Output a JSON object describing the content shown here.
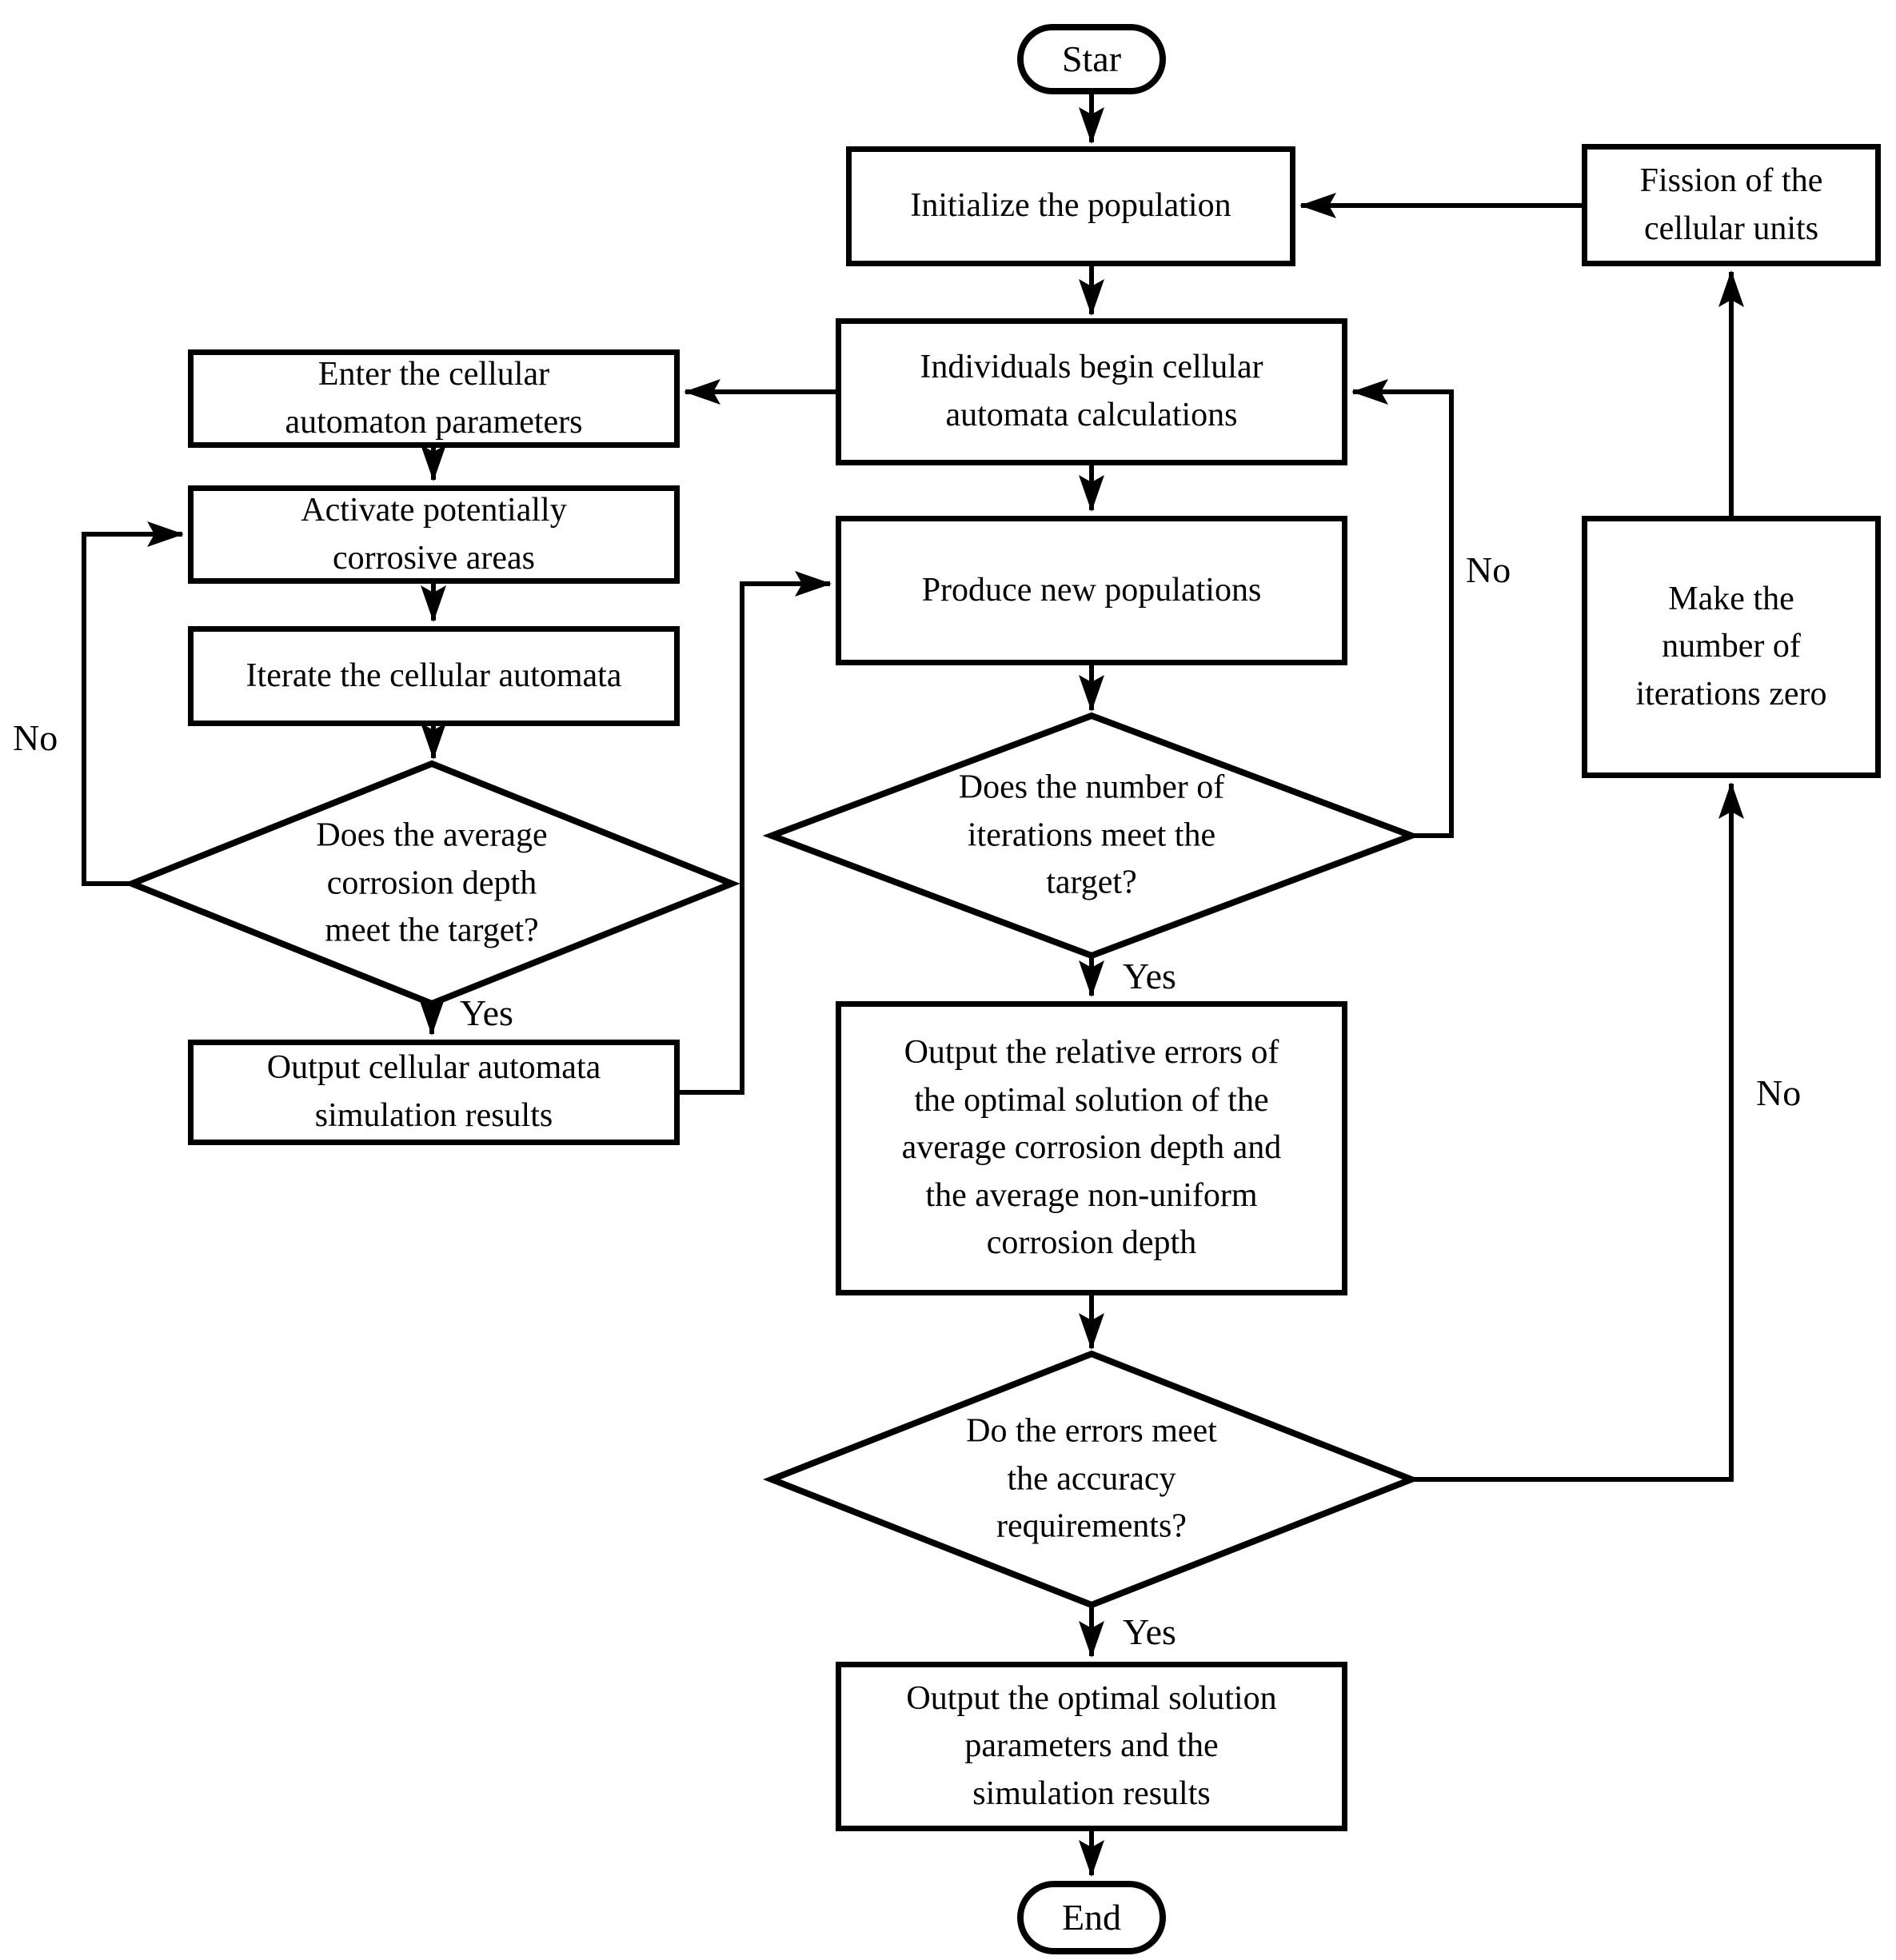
{
  "colors": {
    "stroke": "#000000",
    "background": "#ffffff",
    "text": "#000000"
  },
  "nodes": {
    "start": {
      "type": "terminal",
      "label": [
        "Star"
      ]
    },
    "initialize": {
      "type": "process",
      "label": [
        "Initialize the population"
      ]
    },
    "fission": {
      "type": "process",
      "label": [
        "Fission of the",
        "cellular units"
      ]
    },
    "individuals": {
      "type": "process",
      "label": [
        "Individuals begin cellular",
        "automata calculations"
      ]
    },
    "enter_parameters": {
      "type": "process",
      "label": [
        "Enter the cellular",
        "automaton parameters"
      ]
    },
    "activate_areas": {
      "type": "process",
      "label": [
        "Activate potentially",
        "corrosive areas"
      ]
    },
    "iterate_ca": {
      "type": "process",
      "label": [
        "Iterate the cellular automata"
      ]
    },
    "avg_depth_decision": {
      "type": "decision",
      "label": [
        "Does the average",
        "corrosion depth",
        "meet the target?"
      ]
    },
    "output_ca_results": {
      "type": "process",
      "label": [
        "Output cellular automata",
        "simulation results"
      ]
    },
    "produce_populations": {
      "type": "process",
      "label": [
        "Produce new populations"
      ]
    },
    "iterations_decision": {
      "type": "decision",
      "label": [
        "Does the number of",
        "iterations meet the",
        "target?"
      ]
    },
    "make_iterations_zero": {
      "type": "process",
      "label": [
        "Make the",
        "number of",
        "iterations zero"
      ]
    },
    "output_relative_errors": {
      "type": "process",
      "label": [
        "Output the relative errors of",
        "the optimal solution of the",
        "average corrosion depth and",
        "the average non-uniform",
        "corrosion depth"
      ]
    },
    "errors_decision": {
      "type": "decision",
      "label": [
        "Do the errors meet",
        "the accuracy",
        "requirements?"
      ]
    },
    "output_optimal": {
      "type": "process",
      "label": [
        "Output the optimal solution",
        "parameters and the",
        "simulation results"
      ]
    },
    "end": {
      "type": "terminal",
      "label": [
        "End"
      ]
    }
  },
  "edge_labels": {
    "avg_depth_no": "No",
    "avg_depth_yes": "Yes",
    "iterations_no": "No",
    "iterations_yes": "Yes",
    "errors_no": "No",
    "errors_yes": "Yes"
  }
}
